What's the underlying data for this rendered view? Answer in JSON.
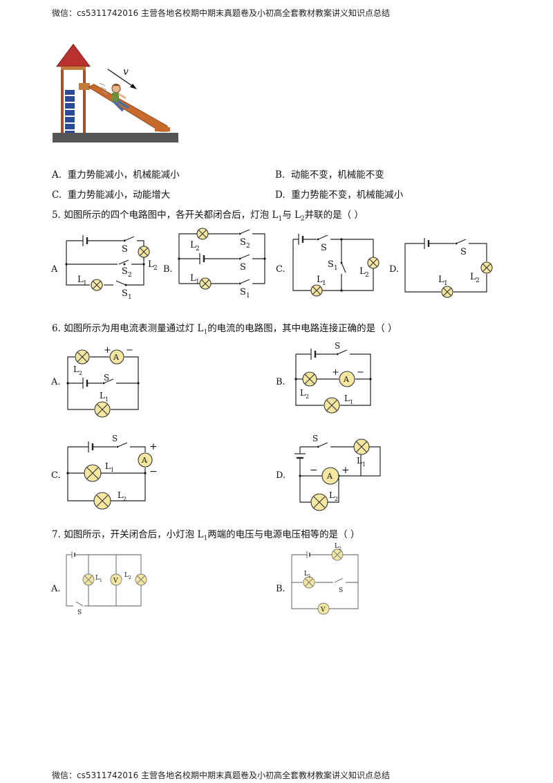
{
  "header_text": "微信：cs5311742016 主营各地名校期中期末真题卷及小初高全套教材教案讲义知识点总结",
  "footer_text": "微信：cs5311742016 主营各地名校期中期末真题卷及小初高全套教材教案讲义知识点总结",
  "q4": {
    "velocity_label": "v",
    "options": [
      {
        "letter": "A.",
        "text": "重力势能减小，机械能减小"
      },
      {
        "letter": "B.",
        "text": "动能不变，机械能不变"
      },
      {
        "letter": "C.",
        "text": "重力势能减小，动能增大"
      },
      {
        "letter": "D.",
        "text": "重力势能不变，机械能减小"
      }
    ]
  },
  "q5": {
    "number": "5.",
    "stem_a": "如图所示的四个电路图中，各开关都闭合后，灯泡 L",
    "sub1": "1",
    "stem_b": "与 L",
    "sub2": "2",
    "stem_c": "并联的是（ ）",
    "letters": [
      "A",
      "B.",
      "C.",
      "D."
    ]
  },
  "q6": {
    "number": "6.",
    "stem_a": "如图所示为用电流表测量通过灯 L",
    "sub1": "1",
    "stem_b": "的电流的电路图，其中电路连接正确的是（    ）",
    "letters": [
      "A.",
      "B.",
      "C.",
      "D."
    ]
  },
  "q7": {
    "number": "7.",
    "stem_a": "如图所示，开关闭合后，小灯泡 L",
    "sub1": "1",
    "stem_b": "两端的电压与电源电压相等的是（    ）",
    "letters": [
      "A.",
      "B."
    ]
  },
  "circuit_labels": {
    "S": "S",
    "S1": "S",
    "S2": "S",
    "L": "L",
    "A": "A",
    "V": "V",
    "one": "1",
    "two": "2",
    "plus": "+",
    "minus": "−"
  }
}
